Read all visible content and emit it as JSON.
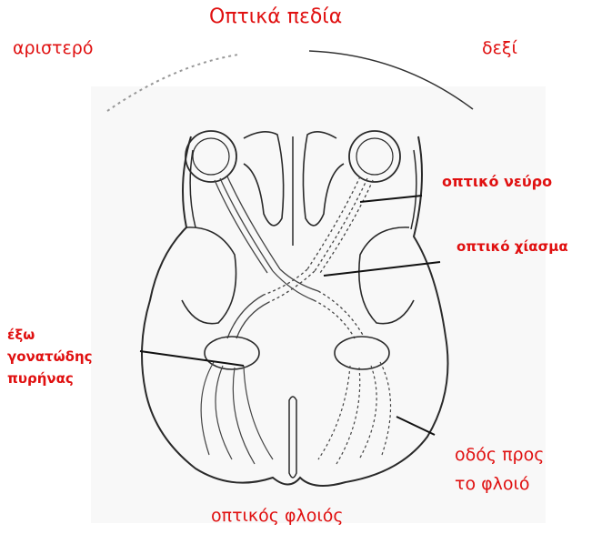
{
  "labels": {
    "visual_fields": "Οπτικά πεδία",
    "left": "αριστερό",
    "right": "δεξί",
    "optic_nerve": "οπτικό νεύρο",
    "optic_chiasm": "οπτικό χίασμα",
    "lgn_line1": "έξω",
    "lgn_line2": "γονατώδης",
    "lgn_line3": "πυρήνας",
    "tract_line1": "οδός προς",
    "tract_line2": "το φλοιό",
    "visual_cortex": "οπτικός φλοιός"
  },
  "colors": {
    "label": "#e01010",
    "ink": "#2a2a2a",
    "background": "#ffffff"
  }
}
